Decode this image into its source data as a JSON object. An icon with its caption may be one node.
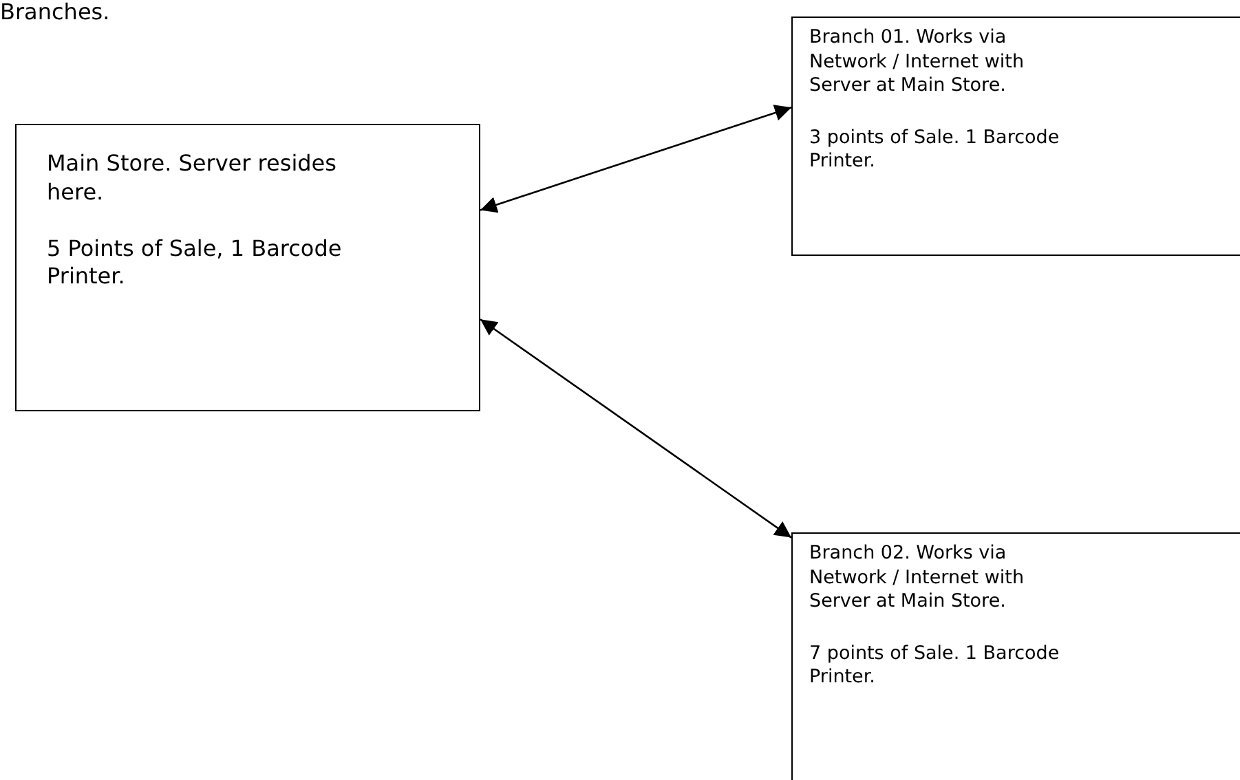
{
  "diagram": {
    "nodes": [
      {
        "text": [
          "Main Store. Server resides here.",
          "5 Points of Sale, 1 Barcode Printer."
        ]
      },
      {
        "text": [
          "Branch 01. Works via Network / Internet with Server at Main Store.",
          "3 points of Sale. 1 Barcode Printer."
        ]
      },
      {
        "text": [
          "Branch 02. Works via Network / Internet with Server at Main Store.",
          "7 points of Sale. 1 Barcode Printer."
        ]
      }
    ],
    "edges": [
      {
        "from": 0,
        "to": 1,
        "arrow": "both"
      },
      {
        "from": 0,
        "to": 2,
        "arrow": "both"
      }
    ],
    "labels": [
      "Branches."
    ]
  }
}
